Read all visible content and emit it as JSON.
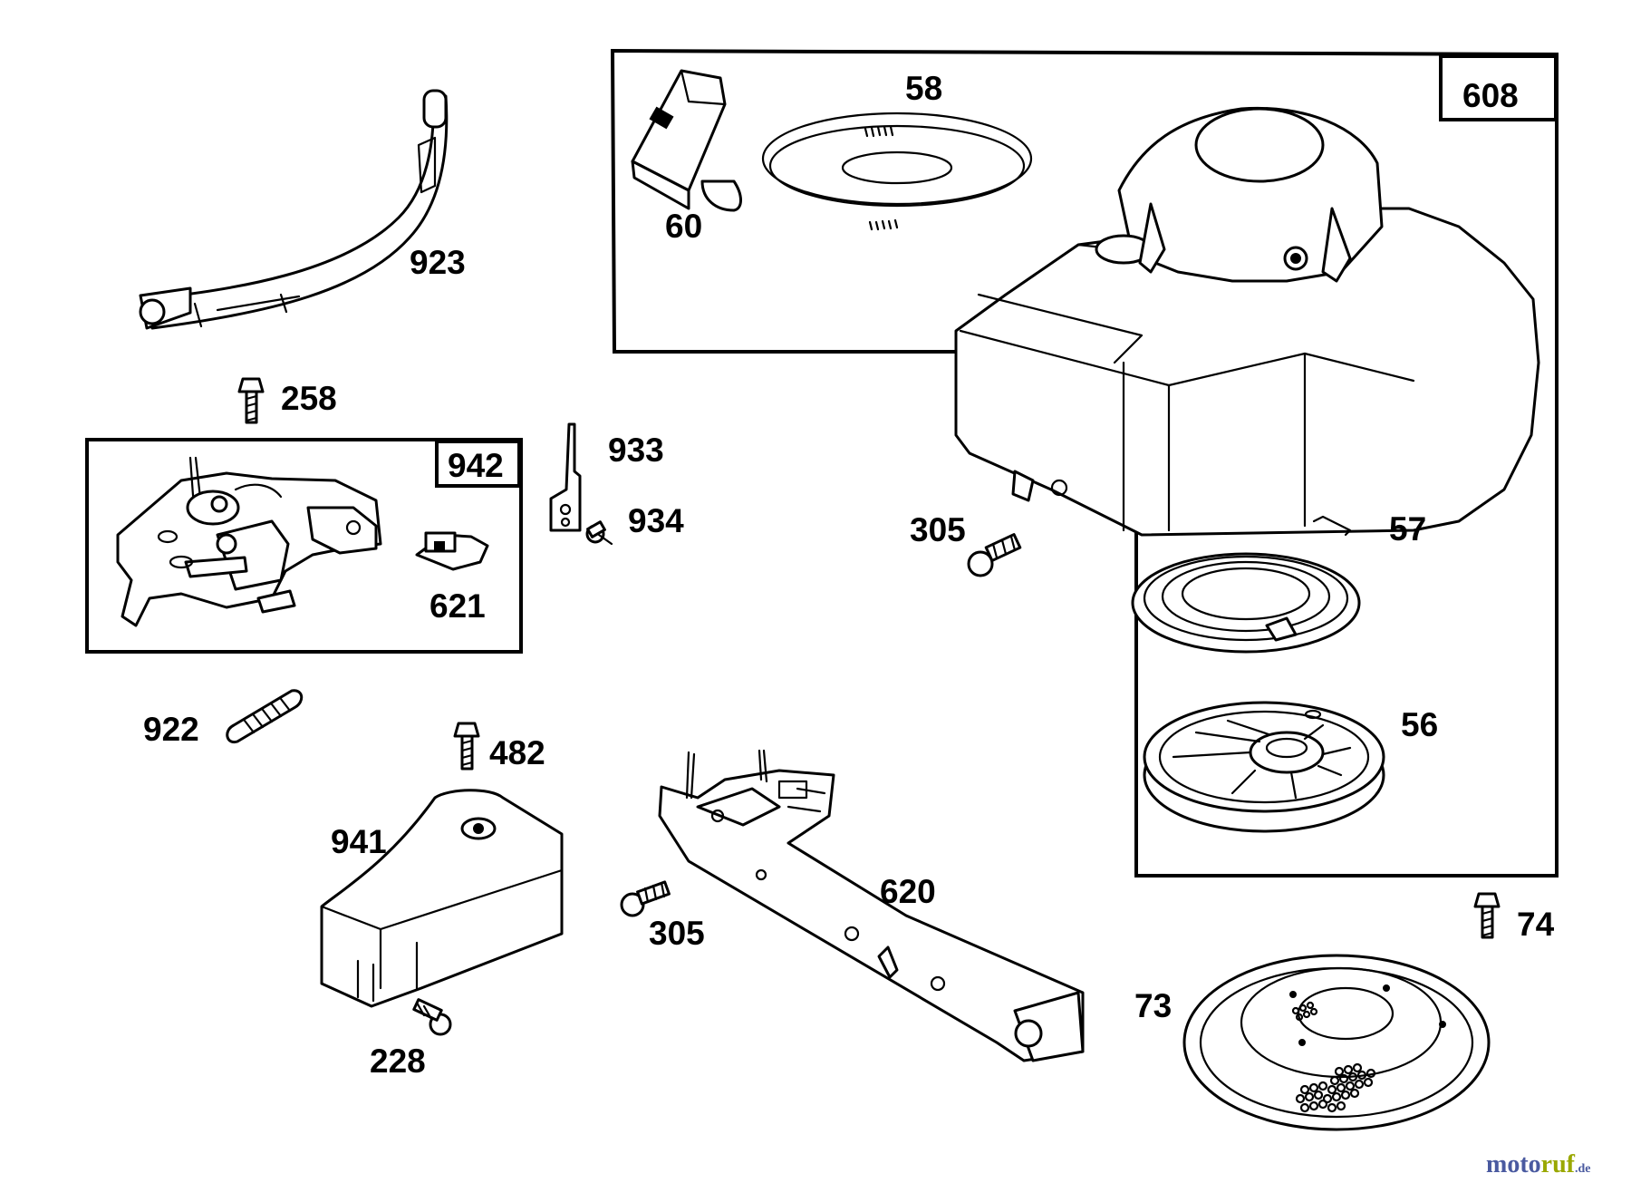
{
  "diagram": {
    "part_labels": {
      "p923": "923",
      "p258": "258",
      "p942": "942",
      "p621": "621",
      "p933": "933",
      "p934": "934",
      "p922": "922",
      "p482": "482",
      "p941": "941",
      "p228": "228",
      "p305a": "305",
      "p305b": "305",
      "p620": "620",
      "p58": "58",
      "p60": "60",
      "p608": "608",
      "p57": "57",
      "p56": "56",
      "p73": "73",
      "p74": "74"
    }
  },
  "watermark": {
    "part1": "moto",
    "part2": "ruf",
    "suffix": ".de"
  }
}
